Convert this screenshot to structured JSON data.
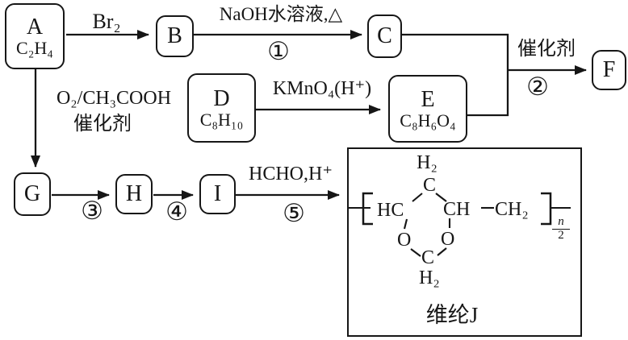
{
  "colors": {
    "ink": "#161616",
    "background": "#ffffff"
  },
  "nodes": {
    "a": {
      "letter": "A",
      "formula": "C₂H₄"
    },
    "b": {
      "letter": "B"
    },
    "c": {
      "letter": "C"
    },
    "d": {
      "letter": "D",
      "formula": "C₈H₁₀"
    },
    "e": {
      "letter": "E",
      "formula": "C₈H₆O₄"
    },
    "f": {
      "letter": "F"
    },
    "g": {
      "letter": "G"
    },
    "h": {
      "letter": "H"
    },
    "i": {
      "letter": "I"
    }
  },
  "labels": {
    "br2": "Br₂",
    "naoh": "NaOH水溶液,△",
    "step1": "①",
    "catalyst_top": "催化剂",
    "step2": "②",
    "kmno4": "KMnO₄(H⁺)",
    "o2_acoh": "O₂/CH₃COOH",
    "catalyst_left": "催化剂",
    "step3": "③",
    "step4": "④",
    "hcho": "HCHO,H⁺",
    "step5": "⑤"
  },
  "polymer": {
    "h2_top": "H₂",
    "c_top": "C",
    "hc_left": "HC",
    "ch_right": "CH",
    "ch2_chain": "CH₂",
    "o_left": "O",
    "o_right": "O",
    "c_bottom": "C",
    "h2_bottom": "H₂",
    "repeat_numerator": "n",
    "repeat_denominator": "2",
    "caption": "维纶J"
  }
}
